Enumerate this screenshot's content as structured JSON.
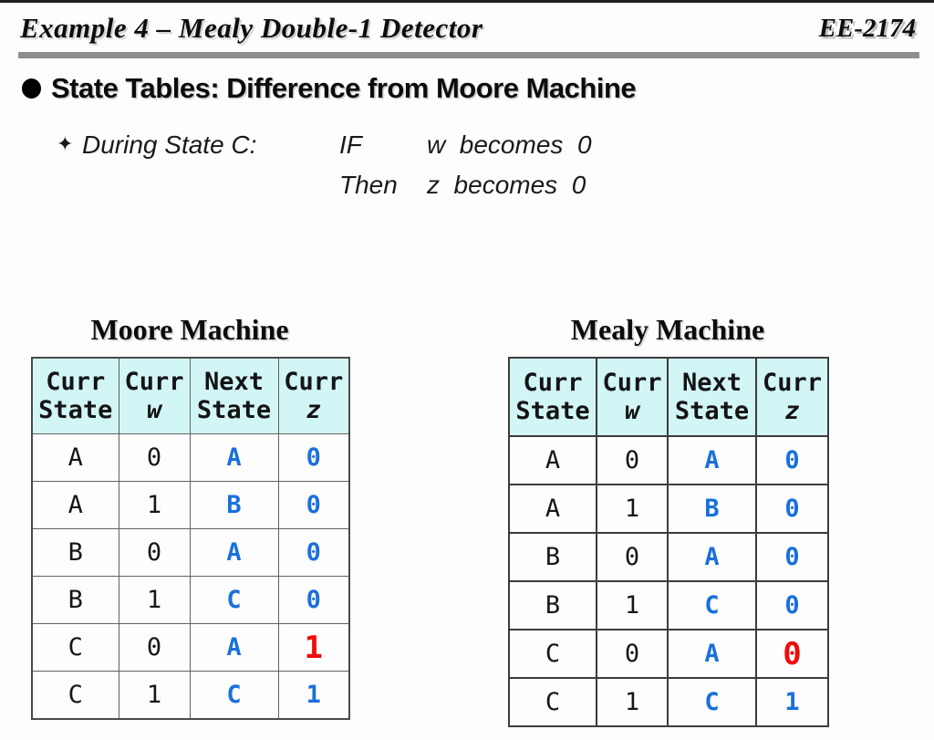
{
  "slide": {
    "title": "Example 4 – Mealy Double-1 Detector",
    "course_code": "EE-2174"
  },
  "bullet": {
    "text": "State Tables: Difference from Moore Machine"
  },
  "sub_bullet": {
    "marker": "✦",
    "label": "During State C:",
    "line1_keyword": "IF",
    "line1_text": "w  becomes  0",
    "line2_keyword": "Then",
    "line2_text": "z  becomes  0"
  },
  "colors": {
    "next_state_blue": "#1a70d9",
    "highlight_red": "#ee0d0d",
    "table_header_bg": "#d2f5f5",
    "divider_gray": "#8e8e8e"
  },
  "tables": [
    {
      "title": "Moore Machine",
      "header": [
        {
          "top": "Curr",
          "bottom": "State"
        },
        {
          "top": "Curr",
          "bottom": "w"
        },
        {
          "top": "Next",
          "bottom": "State"
        },
        {
          "top": "Curr",
          "bottom": "z"
        }
      ],
      "rows": [
        [
          "A",
          "0",
          "A",
          "0"
        ],
        [
          "A",
          "1",
          "B",
          "0"
        ],
        [
          "B",
          "0",
          "A",
          "0"
        ],
        [
          "B",
          "1",
          "C",
          "0"
        ],
        [
          "C",
          "0",
          "A",
          "1"
        ],
        [
          "C",
          "1",
          "C",
          "1"
        ]
      ],
      "highlight_cell": {
        "row": 4,
        "col": 3,
        "value": "1"
      }
    },
    {
      "title": "Mealy Machine",
      "header": [
        {
          "top": "Curr",
          "bottom": "State"
        },
        {
          "top": "Curr",
          "bottom": "w"
        },
        {
          "top": "Next",
          "bottom": "State"
        },
        {
          "top": "Curr",
          "bottom": "z"
        }
      ],
      "rows": [
        [
          "A",
          "0",
          "A",
          "0"
        ],
        [
          "A",
          "1",
          "B",
          "0"
        ],
        [
          "B",
          "0",
          "A",
          "0"
        ],
        [
          "B",
          "1",
          "C",
          "0"
        ],
        [
          "C",
          "0",
          "A",
          "0"
        ],
        [
          "C",
          "1",
          "C",
          "1"
        ]
      ],
      "highlight_cell": {
        "row": 4,
        "col": 3,
        "value": "0"
      }
    }
  ]
}
